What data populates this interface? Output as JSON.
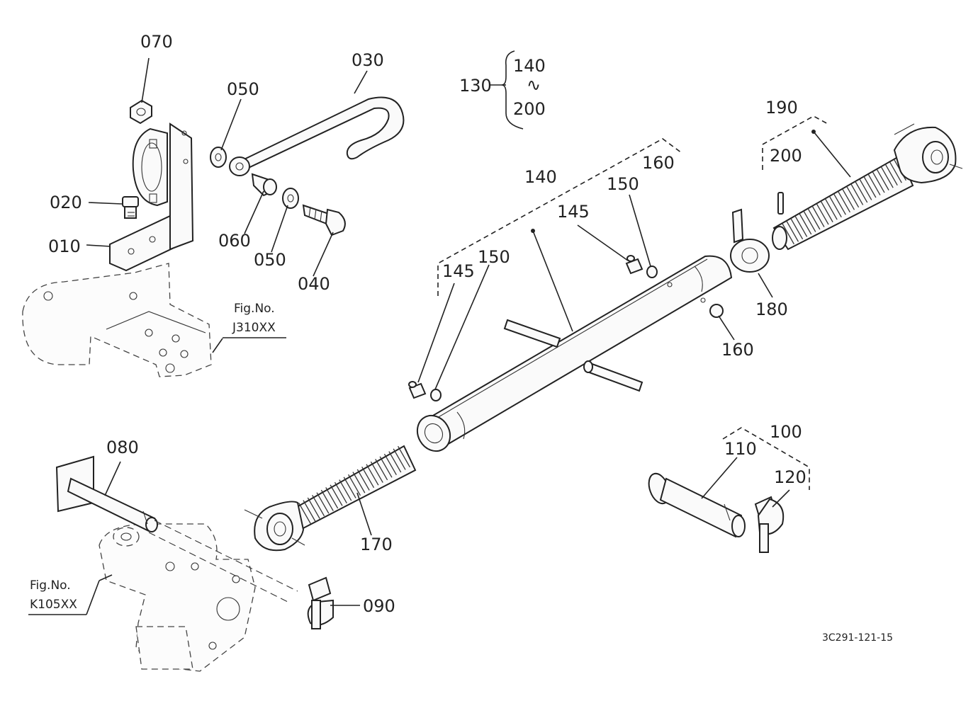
{
  "diagram": {
    "labels": {
      "p070": "070",
      "p030": "030",
      "p050a": "050",
      "p020": "020",
      "p010": "010",
      "p060": "060",
      "p050b": "050",
      "p040": "040",
      "p130": "130",
      "p140_group": "140",
      "p200_group": "200",
      "p140": "140",
      "p160_group": "160",
      "p150a": "150",
      "p145a": "145",
      "p145b": "145",
      "p150b": "150",
      "p190": "190",
      "p200": "200",
      "p180": "180",
      "p160": "160",
      "p100": "100",
      "p110": "110",
      "p120": "120",
      "p080": "080",
      "p170": "170",
      "p090": "090"
    },
    "range_mark": "∿",
    "fig_refs": {
      "j310": {
        "title": "Fig.No.",
        "code": "J310XX"
      },
      "k105": {
        "title": "Fig.No.",
        "code": "K105XX"
      }
    },
    "drawing_code": "3C291-121-15"
  }
}
